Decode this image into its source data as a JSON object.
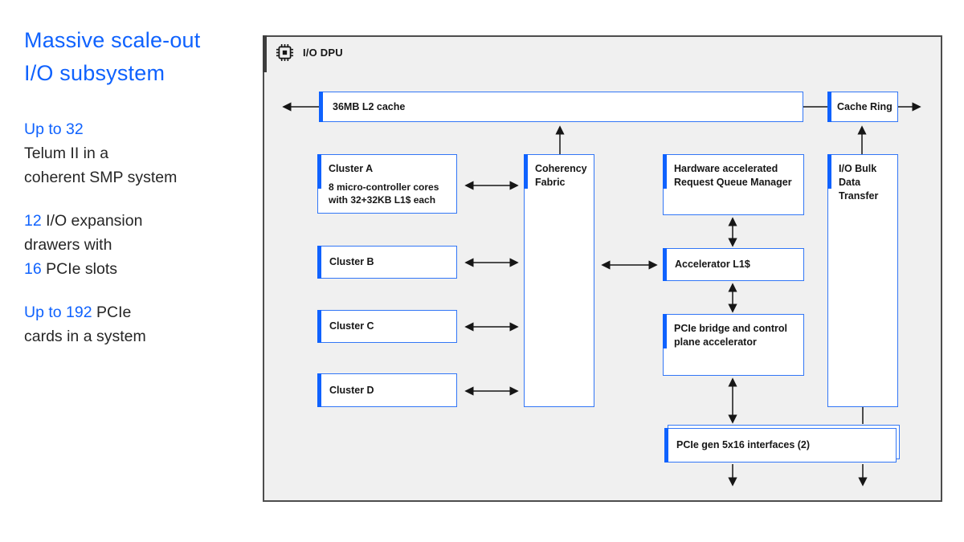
{
  "colors": {
    "accent": "#0f62fe",
    "panel_bg": "#f0f0f0",
    "box_border": "#3276f6",
    "text": "#161616"
  },
  "slide": {
    "title": "Massive scale-out\nI/O subsystem",
    "stats": [
      [
        {
          "text": "Up to 32",
          "accent": true
        },
        {
          "text": "\nTelum II in a\ncoherent SMP system",
          "accent": false
        }
      ],
      [
        {
          "text": "12",
          "accent": true
        },
        {
          "text": " I/O expansion\ndrawers with\n",
          "accent": false
        },
        {
          "text": "16",
          "accent": true
        },
        {
          "text": " PCIe slots",
          "accent": false
        }
      ],
      [
        {
          "text": "Up to 192",
          "accent": true
        },
        {
          "text": " PCIe\ncards in a system",
          "accent": false
        }
      ]
    ]
  },
  "dpu": {
    "label": "I/O DPU",
    "l2_cache": "36MB L2 cache",
    "cache_ring": "Cache Ring",
    "clusters": [
      {
        "title": "Cluster A",
        "subtitle": "8 micro-controller cores with 32+32KB L1$ each"
      },
      {
        "title": "Cluster B"
      },
      {
        "title": "Cluster C"
      },
      {
        "title": "Cluster D"
      }
    ],
    "coherency_fabric": "Coherency Fabric",
    "request_queue_manager": "Hardware accelerated Request Queue Manager",
    "accelerator_l1": "Accelerator L1$",
    "pcie_bridge": "PCIe bridge and control plane accelerator",
    "io_bulk": "I/O Bulk Data Transfer",
    "pcie_interfaces": "PCIe gen 5x16 interfaces (2)"
  }
}
